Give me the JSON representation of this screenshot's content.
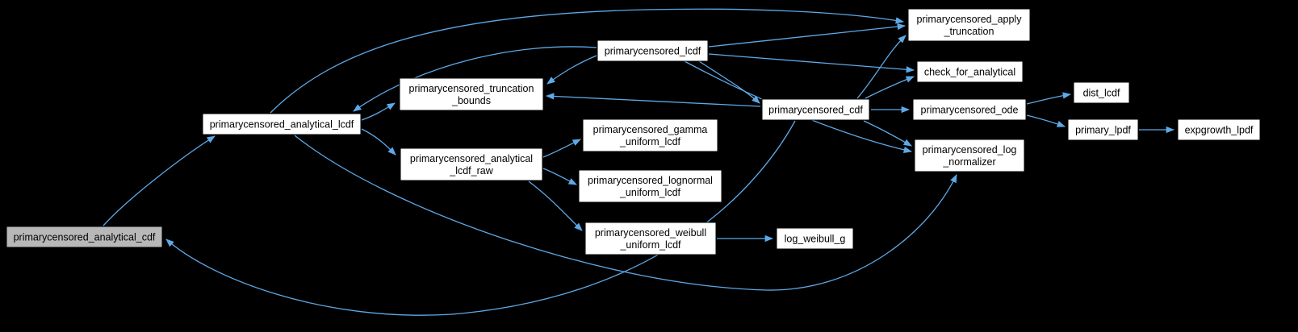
{
  "diagram": {
    "type": "call-graph",
    "colors": {
      "background": "#000000",
      "node_fill": "#ffffff",
      "node_border": "#000000",
      "highlight_fill": "#b8b8b8",
      "text": "#000000",
      "edge": "#5da9e8"
    },
    "nodes": [
      {
        "id": "analytical_cdf",
        "lines": [
          "primarycensored_analytical_cdf"
        ],
        "highlighted": true
      },
      {
        "id": "analytical_lcdf",
        "lines": [
          "primarycensored_analytical_lcdf"
        ],
        "highlighted": false
      },
      {
        "id": "truncation_bounds",
        "lines": [
          "primarycensored_truncation",
          "_bounds"
        ],
        "highlighted": false
      },
      {
        "id": "lcdf_raw",
        "lines": [
          "primarycensored_analytical",
          "_lcdf_raw"
        ],
        "highlighted": false
      },
      {
        "id": "lcdf",
        "lines": [
          "primarycensored_lcdf"
        ],
        "highlighted": false
      },
      {
        "id": "gamma",
        "lines": [
          "primarycensored_gamma",
          "_uniform_lcdf"
        ],
        "highlighted": false
      },
      {
        "id": "lognormal",
        "lines": [
          "primarycensored_lognormal",
          "_uniform_lcdf"
        ],
        "highlighted": false
      },
      {
        "id": "weibull",
        "lines": [
          "primarycensored_weibull",
          "_uniform_lcdf"
        ],
        "highlighted": false
      },
      {
        "id": "log_weibull_g",
        "lines": [
          "log_weibull_g"
        ],
        "highlighted": false
      },
      {
        "id": "cdf",
        "lines": [
          "primarycensored_cdf"
        ],
        "highlighted": false
      },
      {
        "id": "apply_truncation",
        "lines": [
          "primarycensored_apply",
          "_truncation"
        ],
        "highlighted": false
      },
      {
        "id": "check_for_analytical",
        "lines": [
          "check_for_analytical"
        ],
        "highlighted": false
      },
      {
        "id": "ode",
        "lines": [
          "primarycensored_ode"
        ],
        "highlighted": false
      },
      {
        "id": "log_normalizer",
        "lines": [
          "primarycensored_log",
          "_normalizer"
        ],
        "highlighted": false
      },
      {
        "id": "dist_lcdf",
        "lines": [
          "dist_lcdf"
        ],
        "highlighted": false
      },
      {
        "id": "primary_lpdf",
        "lines": [
          "primary_lpdf"
        ],
        "highlighted": false
      },
      {
        "id": "expgrowth_lpdf",
        "lines": [
          "expgrowth_lpdf"
        ],
        "highlighted": false
      }
    ],
    "edges": [
      {
        "from": "analytical_cdf",
        "to": "analytical_lcdf"
      },
      {
        "from": "analytical_lcdf",
        "to": "truncation_bounds"
      },
      {
        "from": "analytical_lcdf",
        "to": "lcdf_raw"
      },
      {
        "from": "analytical_lcdf",
        "to": "apply_truncation"
      },
      {
        "from": "analytical_lcdf",
        "to": "log_normalizer"
      },
      {
        "from": "lcdf",
        "to": "analytical_lcdf"
      },
      {
        "from": "lcdf",
        "to": "truncation_bounds"
      },
      {
        "from": "lcdf",
        "to": "apply_truncation"
      },
      {
        "from": "lcdf",
        "to": "check_for_analytical"
      },
      {
        "from": "lcdf",
        "to": "cdf"
      },
      {
        "from": "lcdf",
        "to": "log_normalizer"
      },
      {
        "from": "cdf",
        "to": "truncation_bounds"
      },
      {
        "from": "cdf",
        "to": "apply_truncation"
      },
      {
        "from": "cdf",
        "to": "check_for_analytical"
      },
      {
        "from": "cdf",
        "to": "ode"
      },
      {
        "from": "cdf",
        "to": "log_normalizer"
      },
      {
        "from": "cdf",
        "to": "analytical_cdf"
      },
      {
        "from": "lcdf_raw",
        "to": "gamma"
      },
      {
        "from": "lcdf_raw",
        "to": "lognormal"
      },
      {
        "from": "lcdf_raw",
        "to": "weibull"
      },
      {
        "from": "weibull",
        "to": "log_weibull_g"
      },
      {
        "from": "ode",
        "to": "dist_lcdf"
      },
      {
        "from": "ode",
        "to": "primary_lpdf"
      },
      {
        "from": "primary_lpdf",
        "to": "expgrowth_lpdf"
      }
    ]
  }
}
